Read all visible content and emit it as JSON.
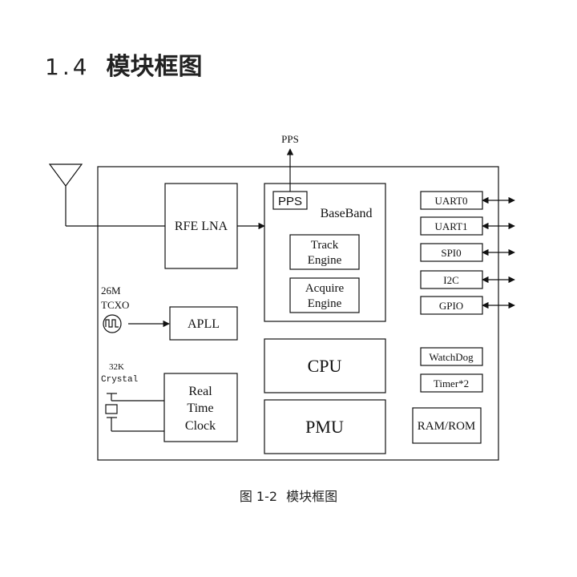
{
  "heading": {
    "number": "1.4",
    "title": "模块框图"
  },
  "diagram": {
    "pps_out": "PPS",
    "rfe_lna": "RFE LNA",
    "pps_block": "PPS",
    "baseband": "BaseBand",
    "track_engine": [
      "Track",
      "Engine"
    ],
    "acquire_engine": [
      "Acquire",
      "Engine"
    ],
    "tcxo_freq": "26M",
    "tcxo": "TCXO",
    "apll": "APLL",
    "crystal_freq": "32K",
    "crystal": "Crystal",
    "rtc": [
      "Real",
      "Time",
      "Clock"
    ],
    "cpu": "CPU",
    "pmu": "PMU",
    "uart0": "UART0",
    "uart1": "UART1",
    "spi0": "SPI0",
    "i2c": "I2C",
    "gpio": "GPIO",
    "watchdog": "WatchDog",
    "timer": "Timer*2",
    "ram_rom": "RAM/ROM"
  },
  "caption": {
    "label": "图 1-2",
    "title": "模块框图"
  }
}
